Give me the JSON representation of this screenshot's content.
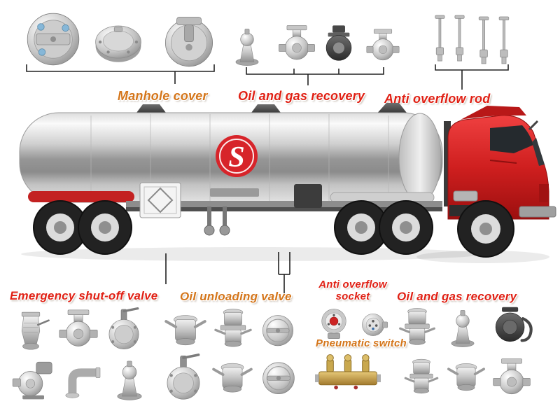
{
  "top_labels": {
    "manhole_cover": "Manhole cover",
    "oil_and_gas_recovery": "Oil and gas recovery",
    "anti_overflow_rod": "Anti overflow rod"
  },
  "bottom_labels": {
    "emergency_shut_off_valve": "Emergency shut-off valve",
    "oil_unloading_valve": "Oil unloading valve",
    "anti_overflow_socket_line1": "Anti overflow",
    "anti_overflow_socket_line2": "socket",
    "pneumatic_switch": "Pneumatic switch",
    "oil_and_gas_recovery": "Oil and gas recovery"
  },
  "truck": {
    "logo_letter": "S"
  },
  "colors": {
    "label_red": "#e02014",
    "label_orange": "#d4751a",
    "cab_red": "#cf1f1f",
    "logo_red": "#d7242a",
    "tank_silver": "#c9c9c9",
    "brass": "#c9a84e"
  },
  "parts": {
    "top_row": [
      "manhole-cover-plate",
      "manhole-cover-disc",
      "manhole-cover-latch",
      "breather-valve",
      "recovery-valve",
      "recovery-valve-dark",
      "recovery-valve-small",
      "anti-overflow-rod-pair-1",
      "anti-overflow-rod-pair-2"
    ],
    "emergency_shut_off_valve_group": [
      "shutoff-valve-1",
      "shutoff-valve-2",
      "shutoff-valve-3",
      "shutoff-pump",
      "shutoff-elbow",
      "shutoff-valve-4"
    ],
    "oil_unloading_valve_group": [
      "camlock-coupling-1",
      "unloading-adapter",
      "blind-cap-1",
      "butterfly-valve",
      "camlock-coupling-2",
      "blind-cap-2"
    ],
    "anti_overflow_socket_group": [
      "overflow-socket-red",
      "overflow-socket-pins"
    ],
    "pneumatic_switch_group": [
      "pneumatic-switch-manifold"
    ],
    "oil_and_gas_recovery_group": [
      "recovery-adapter-1",
      "recovery-breather",
      "recovery-reel",
      "recovery-adapter-2",
      "recovery-camlock",
      "recovery-valve-flanged"
    ]
  }
}
